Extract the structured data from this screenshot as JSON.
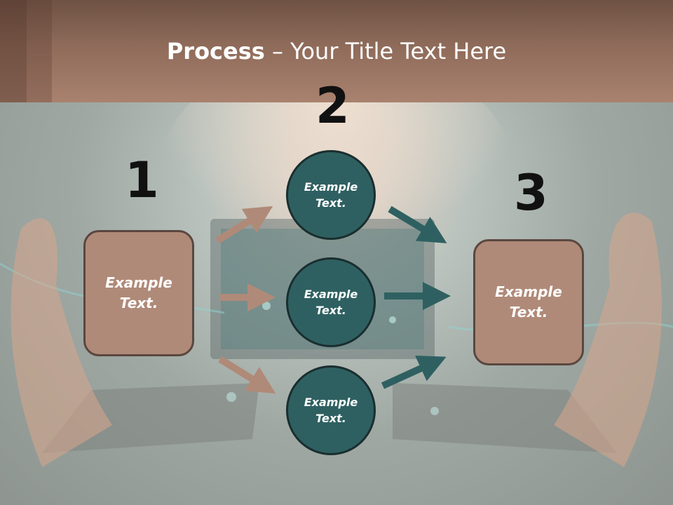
{
  "title": {
    "bold": "Process",
    "rest": " – Your Title Text Here"
  },
  "steps": [
    {
      "number": "1",
      "label": "Example Text."
    },
    {
      "number": "2",
      "labels": [
        "Example Text.",
        "Example Text.",
        "Example Text."
      ]
    },
    {
      "number": "3",
      "label": "Example Text."
    }
  ],
  "colors": {
    "box_fill": "#b08a78",
    "box_border": "#5a4740",
    "circle_fill": "#2f6061",
    "circle_border": "#1a2e2f",
    "arrow_in": "#b08a78",
    "arrow_out": "#2f6061",
    "title_bar": "#a9826f"
  }
}
